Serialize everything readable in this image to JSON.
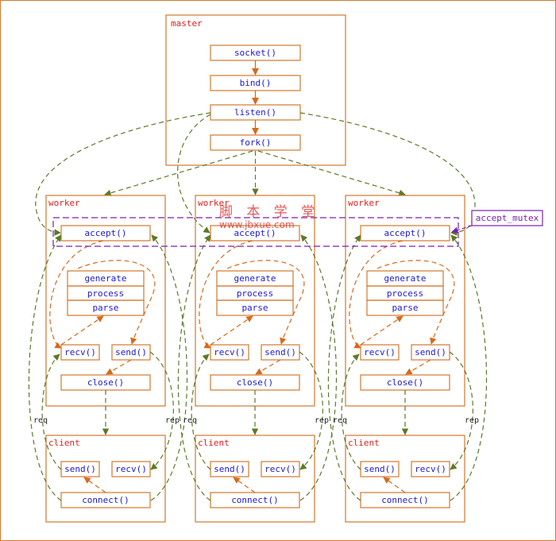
{
  "master": {
    "title": "master",
    "steps": [
      "socket()",
      "bind()",
      "listen()",
      "fork()"
    ]
  },
  "worker": {
    "title": "worker",
    "accept": "accept()",
    "stack": [
      "generate",
      "process",
      "parse"
    ],
    "recv": "recv()",
    "send": "send()",
    "close": "close()"
  },
  "client": {
    "title": "client",
    "send": "send()",
    "recv": "recv()",
    "connect": "connect()"
  },
  "labels": {
    "req": "req",
    "rep": "rep",
    "accept_mutex": "accept_mutex"
  },
  "watermark": {
    "line1": "脚 本 学 堂",
    "line2": "www.jbxue.com"
  },
  "colors": {
    "box_border": "#d2782c",
    "green_arrow": "#5a7a28",
    "orange_arrow": "#d9681a",
    "mutex": "#7a1fb5",
    "title_red": "#e0201c",
    "fn_blue": "#1a1ad6"
  }
}
